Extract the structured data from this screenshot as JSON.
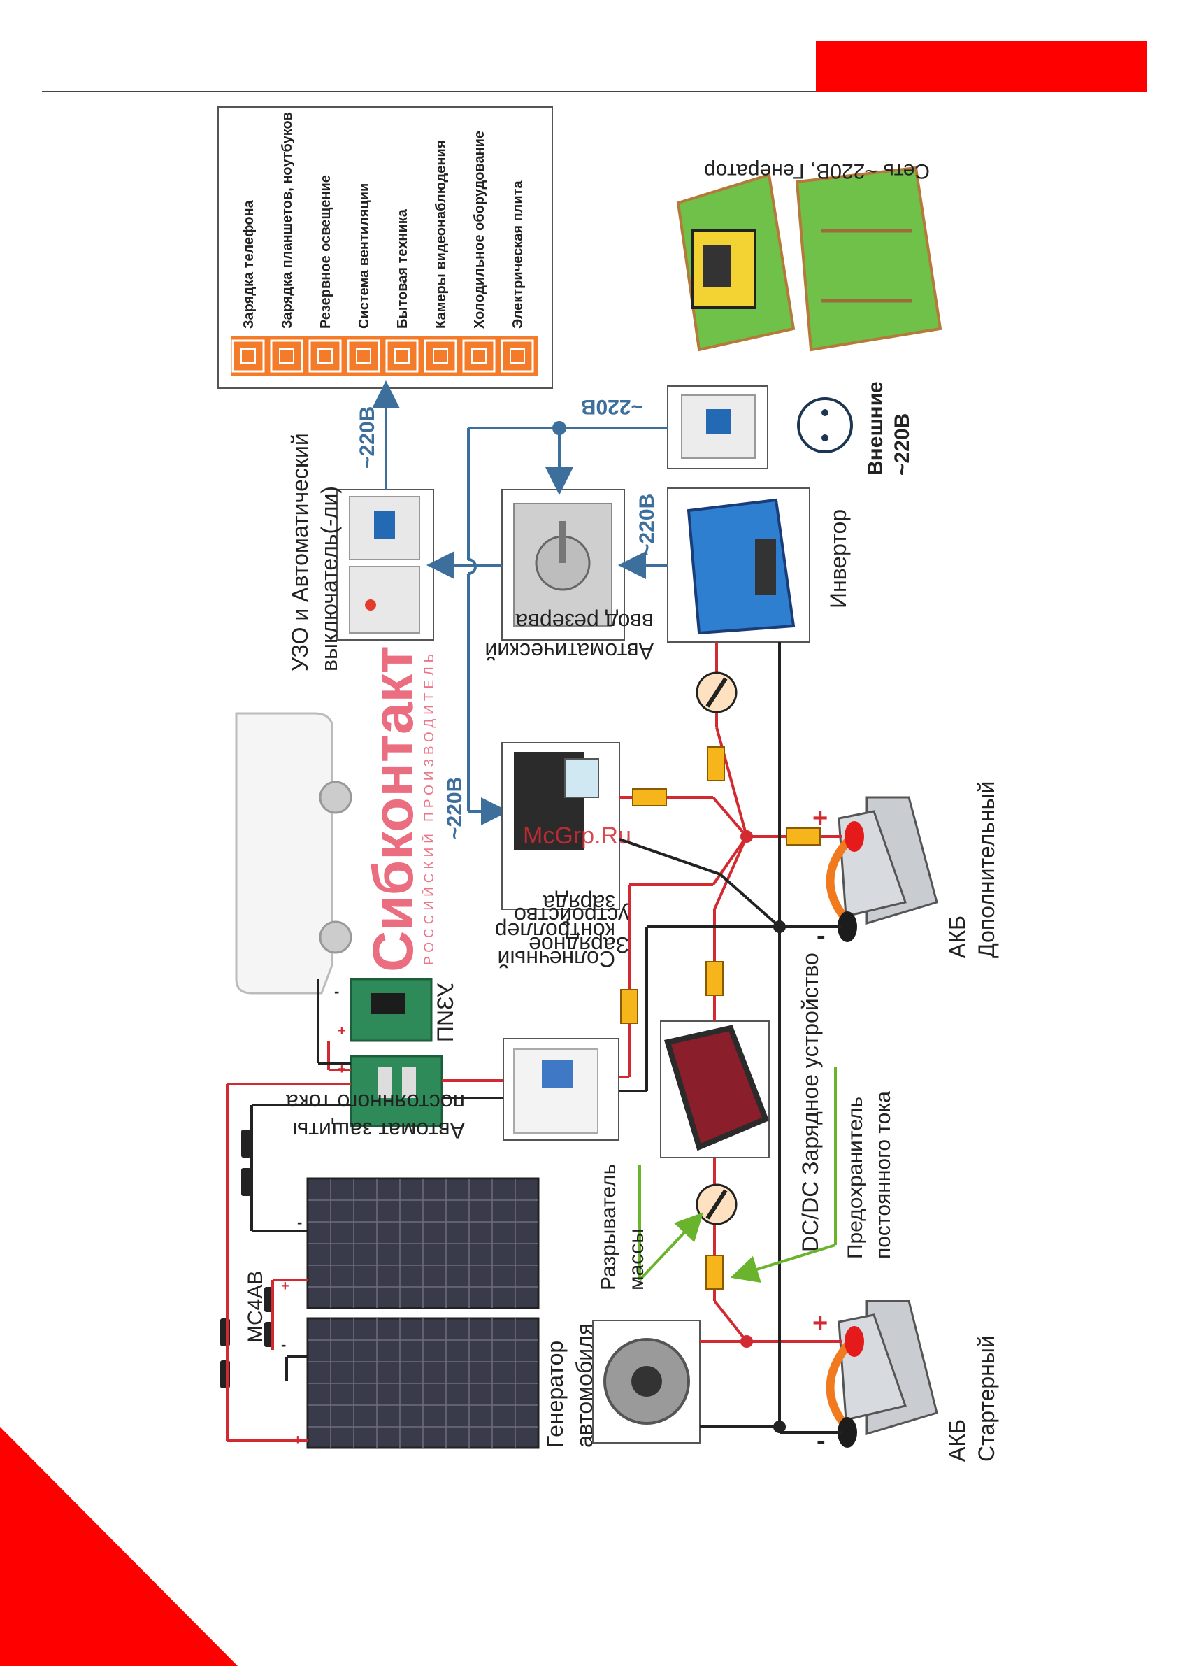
{
  "colors": {
    "brand_red": "#ff0000",
    "wire_red": "#d32a32",
    "wire_black": "#222222",
    "wire_blue": "#3d6f9c",
    "fuse": "#f7b51c",
    "load_icon": "#f47b2a"
  },
  "labels": {
    "solar": "Солнечный контроллер заряда",
    "uzip": "УЗИП",
    "dc_breaker": "Автомат защиты постоянного тока",
    "mc4": "MC4АВ",
    "charger": "Зарядное устройство",
    "uzo": "УЗО и Автоматический выключатель(-ли)",
    "ats": "Автоматический ввод резерва",
    "inverter": "Инвертор",
    "dcdc": "DC/DC Зарядное устройство",
    "fuse_note": "Предохранитель постоянного тока",
    "disconnect": "Разрыватель массы",
    "alternator": "Генератор автомобиля",
    "akb_start": "АКБ Стартерный",
    "akb_aux": "АКБ Дополнительный",
    "external": "Внешние ~220В",
    "grid_gen": "Сеть ~220В, Генератор",
    "watermark": "McGrp.Ru",
    "brand_logo": "Сибконтакт",
    "brand_sub": "РОССИЙСКИЙ ПРОИЗВОДИТЕЛЬ"
  },
  "voltages": {
    "v_loads": "~220В",
    "v_charger": "~220В",
    "v_inverter": "~220В",
    "v_grid": "~220В"
  },
  "polarity": {
    "plus": "+",
    "minus": "-"
  },
  "loads": [
    {
      "label": "Зарядка телефона",
      "icon": "phone-icon"
    },
    {
      "label": "Зарядка планшетов, ноутбуков",
      "icon": "tablet-icon"
    },
    {
      "label": "Резервное освещение",
      "icon": "bulb-icon"
    },
    {
      "label": "Система вентиляции",
      "icon": "fan-icon"
    },
    {
      "label": "Бытовая техника",
      "icon": "tv-icon"
    },
    {
      "label": "Камеры видеонаблюдения",
      "icon": "camera-icon"
    },
    {
      "label": "Холодильное оборудование",
      "icon": "fridge-icon"
    },
    {
      "label": "Электрическая плита",
      "icon": "stove-icon"
    }
  ]
}
